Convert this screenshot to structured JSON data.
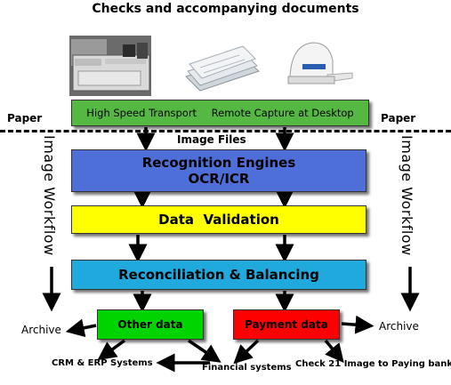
{
  "title": "Checks and accompanying documents",
  "paper_left": "Paper",
  "paper_right": "Paper",
  "transport": {
    "left": "High Speed Transport",
    "right": "Remote Capture at Desktop"
  },
  "image_files": "Image Files",
  "recognition": {
    "line1": "Recognition Engines",
    "line2": "OCR/ICR"
  },
  "validation": "Data  Validation",
  "reconciliation": "Reconciliation & Balancing",
  "other_data": "Other data",
  "payment_data": "Payment data",
  "workflow_left": "Image Workflow",
  "workflow_right": "Image Workflow",
  "archive_left": "Archive",
  "archive_right": "Archive",
  "crm": "CRM & ERP Systems",
  "financial": "Financial systems",
  "check21": "Check 21 Image to Paying bank",
  "colors": {
    "transport": "#55b843",
    "recognition": "#4f6fd8",
    "validation": "#ffff00",
    "reconciliation": "#1fa9dd",
    "other_data": "#00d400",
    "payment_data": "#ff0000"
  }
}
